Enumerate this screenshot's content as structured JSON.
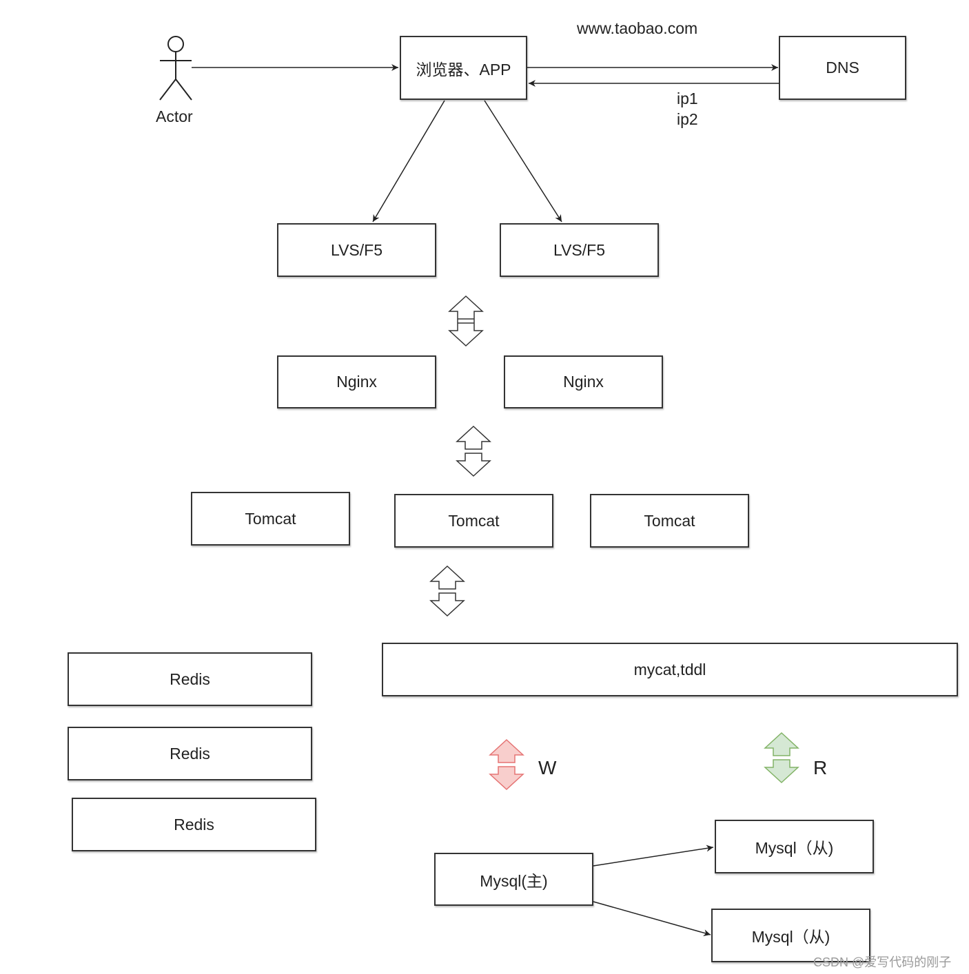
{
  "actor": {
    "label": "Actor"
  },
  "nodes": {
    "browser": "浏览器、APP",
    "dns": "DNS",
    "lvs_1": "LVS/F5",
    "lvs_2": "LVS/F5",
    "nginx_1": "Nginx",
    "nginx_2": "Nginx",
    "tomcat_1": "Tomcat",
    "tomcat_2": "Tomcat",
    "tomcat_3": "Tomcat",
    "redis_1": "Redis",
    "redis_2": "Redis",
    "redis_3": "Redis",
    "mycat": "mycat,tddl",
    "mysql_master": "Mysql(主)",
    "mysql_slave_1": "Mysql（从)",
    "mysql_slave_2": "Mysql（从)"
  },
  "labels": {
    "domain": "www.taobao.com",
    "ip1": "ip1",
    "ip2": "ip2",
    "write": "W",
    "read": "R"
  },
  "arrow_colors": {
    "neutral_fill": "#ffffff",
    "neutral_stroke": "#333333",
    "write_fill": "#f8cecc",
    "write_stroke": "#e57373",
    "read_fill": "#d5e8d4",
    "read_stroke": "#82b366"
  },
  "watermark": "CSDN @爱写代码的刚子"
}
